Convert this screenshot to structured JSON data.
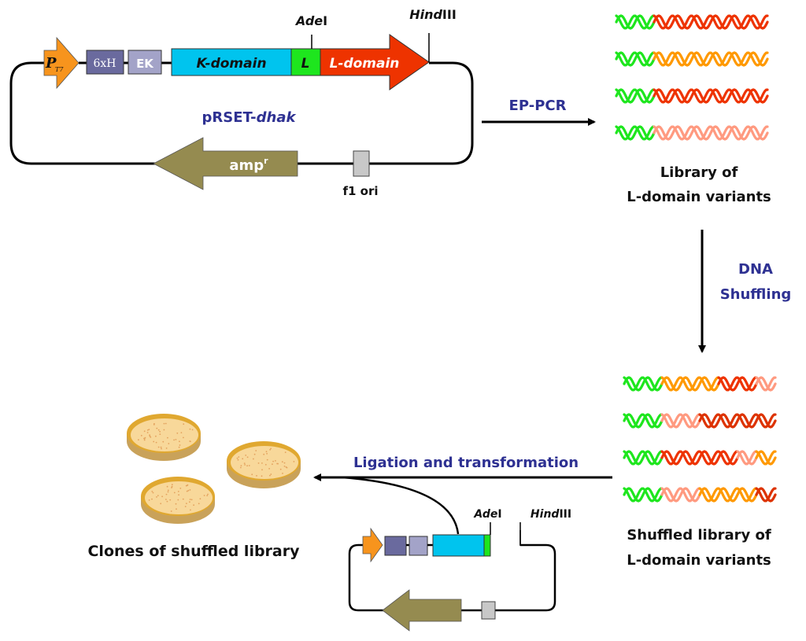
{
  "plasmid": {
    "name_prefix": "pRSET-",
    "name_italic": "dhak",
    "promoter": {
      "label_main": "P",
      "label_sub": "T7",
      "color": "#f7941d"
    },
    "tag_6xh": {
      "label": "6xH",
      "color": "#6a6a9e"
    },
    "tag_ek": {
      "label": "EK",
      "color": "#a3a3c8"
    },
    "k_domain": {
      "label": "K-domain",
      "color": "#00c4ee"
    },
    "linker": {
      "label": "L",
      "color": "#1ee61e"
    },
    "l_domain": {
      "label": "L-domain",
      "color": "#ee3300"
    },
    "site_adei": {
      "italic": "Ade",
      "roman": "I"
    },
    "site_hindiii": {
      "italic": "Hind",
      "roman": "III"
    },
    "ampr": {
      "label": "amp",
      "sup": "r",
      "color": "#958b50"
    },
    "f1ori": {
      "label": "f1 ori",
      "color": "#c8c8c8"
    }
  },
  "steps": {
    "ep_pcr": "EP-PCR",
    "shuffling_line1": "DNA",
    "shuffling_line2": "Shuffling",
    "ligation": "Ligation and transformation"
  },
  "library": {
    "label_line1": "Library of",
    "label_line2": "L-domain variants",
    "variants": [
      {
        "segments": [
          {
            "color": "#1ee61e",
            "turns": 2
          },
          {
            "color": "#ee3300",
            "turns": 6
          }
        ]
      },
      {
        "segments": [
          {
            "color": "#1ee61e",
            "turns": 2
          },
          {
            "color": "#ff9900",
            "turns": 6
          }
        ]
      },
      {
        "segments": [
          {
            "color": "#1ee61e",
            "turns": 2
          },
          {
            "color": "#ee3300",
            "turns": 6
          }
        ]
      },
      {
        "segments": [
          {
            "color": "#1ee61e",
            "turns": 2
          },
          {
            "color": "#ff9a80",
            "turns": 6
          }
        ]
      }
    ]
  },
  "shuffled_library": {
    "label_line1": "Shuffled library of",
    "label_line2": "L-domain variants",
    "variants": [
      {
        "segments": [
          {
            "color": "#1ee61e",
            "turns": 2
          },
          {
            "color": "#ff9900",
            "turns": 3
          },
          {
            "color": "#ee3300",
            "turns": 2
          },
          {
            "color": "#ff9a80",
            "turns": 1
          }
        ]
      },
      {
        "segments": [
          {
            "color": "#1ee61e",
            "turns": 2
          },
          {
            "color": "#ff9a80",
            "turns": 2
          },
          {
            "color": "#dd3300",
            "turns": 4
          }
        ]
      },
      {
        "segments": [
          {
            "color": "#1ee61e",
            "turns": 2
          },
          {
            "color": "#ee3300",
            "turns": 4
          },
          {
            "color": "#ff9a80",
            "turns": 1
          },
          {
            "color": "#ff9900",
            "turns": 1
          }
        ]
      },
      {
        "segments": [
          {
            "color": "#1ee61e",
            "turns": 2
          },
          {
            "color": "#ff9a80",
            "turns": 2
          },
          {
            "color": "#ff9900",
            "turns": 3
          },
          {
            "color": "#dd3300",
            "turns": 1
          }
        ]
      }
    ]
  },
  "clones": {
    "label": "Clones of shuffled library",
    "plate_count": 3,
    "plate_color": "#f8d89a",
    "rim_color": "#e0a830"
  },
  "vector": {
    "site_adei": {
      "italic": "Ade",
      "roman": "I"
    },
    "site_hindiii": {
      "italic": "Hind",
      "roman": "III"
    }
  }
}
